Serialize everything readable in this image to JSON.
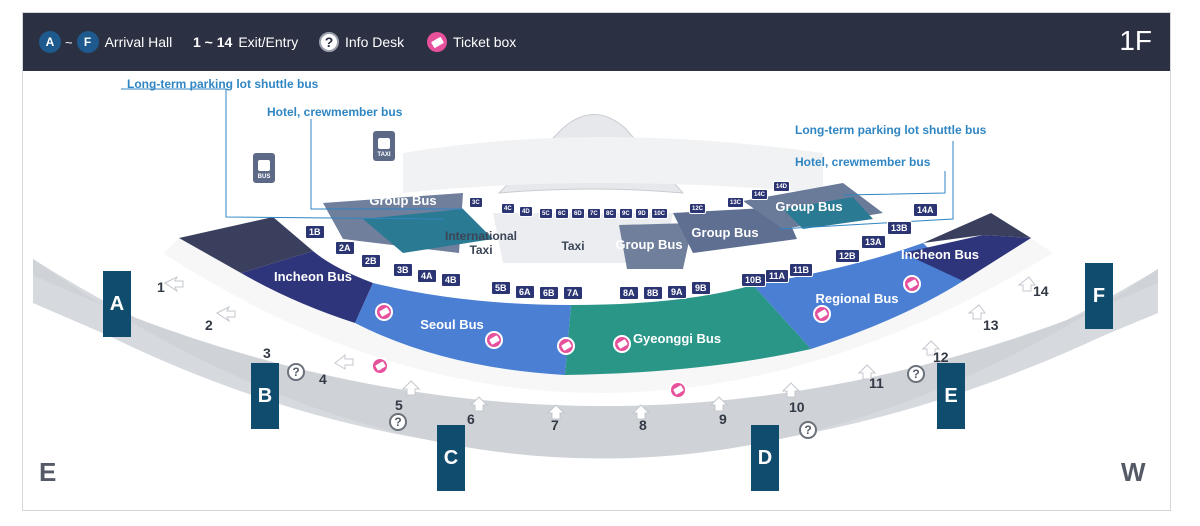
{
  "header": {
    "legend_hall_from": "A",
    "legend_tilde": "~",
    "legend_hall_to": "F",
    "legend_hall_label": "Arrival Hall",
    "legend_exit_range": "1 ~ 14",
    "legend_exit_label": "Exit/Entry",
    "legend_info_label": "Info Desk",
    "legend_ticket_label": "Ticket box",
    "floor": "1F"
  },
  "callouts": {
    "left_longterm": "Long-term parking lot shuttle bus",
    "left_hotel": "Hotel, crewmember bus",
    "right_longterm": "Long-term parking lot shuttle bus",
    "right_hotel": "Hotel, crewmember bus"
  },
  "signs": {
    "bus": "BUS",
    "taxi": "TAXI"
  },
  "zones": {
    "seoul_bus": "Seoul Bus",
    "gyeonggi_bus": "Gyeonggi Bus",
    "regional_bus": "Regional Bus",
    "incheon_bus_left": "Incheon Bus",
    "incheon_bus_right": "Incheon Bus",
    "international_taxi": "International Taxi",
    "taxi": "Taxi",
    "group_bus_1": "Group Bus",
    "group_bus_2": "Group Bus",
    "group_bus_3": "Group Bus",
    "group_bus_4": "Group Bus"
  },
  "stops": [
    "1B",
    "2A",
    "2B",
    "3B",
    "4A",
    "4B",
    "5B",
    "6A",
    "6B",
    "7A",
    "8A",
    "8B",
    "9A",
    "9B",
    "10B",
    "11A",
    "11B",
    "12B",
    "13A",
    "13B",
    "14A"
  ],
  "stops_small": [
    "3C",
    "4C",
    "4D",
    "5C",
    "6C",
    "6D",
    "7C",
    "8C",
    "9C",
    "9D",
    "10C",
    "12C",
    "13C",
    "14C",
    "14D"
  ],
  "exits": [
    "1",
    "2",
    "3",
    "4",
    "5",
    "6",
    "7",
    "8",
    "9",
    "10",
    "11",
    "12",
    "13",
    "14"
  ],
  "halls": [
    "A",
    "B",
    "C",
    "D",
    "E",
    "F"
  ],
  "directions": {
    "left": "E",
    "right": "W"
  },
  "icons": {
    "info_glyph": "?",
    "ticket": "ticket-icon",
    "info": "info-desk-icon"
  },
  "colors": {
    "header_bg": "#2b3042",
    "hall_marker": "#0f4c6e",
    "seoul_bus": "#4a7fd4",
    "gyeonggi_bus": "#2a9688",
    "regional_bus": "#4a7fd4",
    "incheon_bus": "#2f357a",
    "ticket": "#e7509b",
    "callout_text": "#2f86c3"
  }
}
